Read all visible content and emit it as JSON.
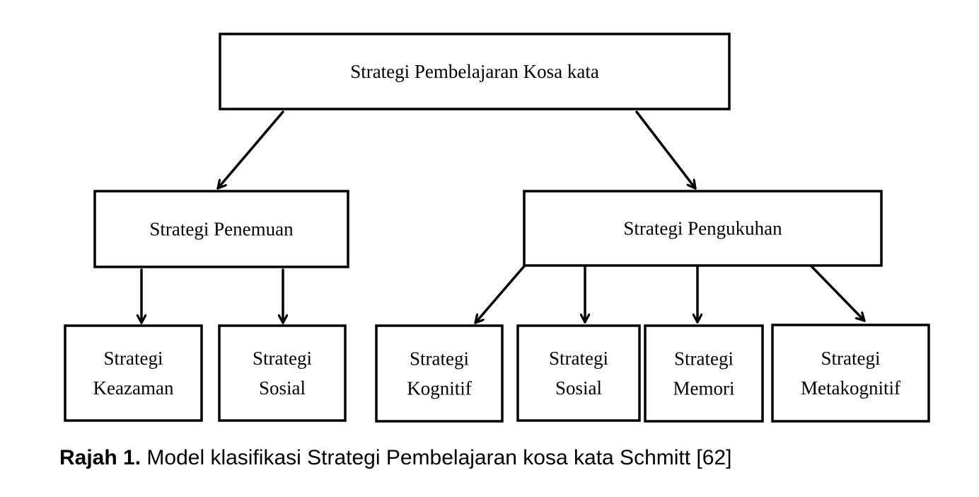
{
  "nodes": {
    "root": {
      "lines": [
        "Strategi Pembelajaran Kosa kata"
      ]
    },
    "penemuan": {
      "lines": [
        "Strategi Penemuan"
      ]
    },
    "pengukuhan": {
      "lines": [
        "Strategi Pengukuhan"
      ]
    },
    "keazaman": {
      "lines": [
        "Strategi",
        "Keazaman"
      ]
    },
    "sosial_a": {
      "lines": [
        "Strategi",
        "Sosial"
      ]
    },
    "kognitif": {
      "lines": [
        "Strategi",
        "Kognitif"
      ]
    },
    "sosial_b": {
      "lines": [
        "Strategi",
        "Sosial"
      ]
    },
    "memori": {
      "lines": [
        "Strategi",
        "Memori"
      ]
    },
    "metakognitif": {
      "lines": [
        "Strategi",
        "Metakognitif"
      ]
    }
  },
  "edges": [
    {
      "from": "root",
      "to": "penemuan"
    },
    {
      "from": "root",
      "to": "pengukuhan"
    },
    {
      "from": "penemuan",
      "to": "keazaman"
    },
    {
      "from": "penemuan",
      "to": "sosial_a"
    },
    {
      "from": "pengukuhan",
      "to": "kognitif"
    },
    {
      "from": "pengukuhan",
      "to": "sosial_b"
    },
    {
      "from": "pengukuhan",
      "to": "memori"
    },
    {
      "from": "pengukuhan",
      "to": "metakognitif"
    }
  ],
  "caption": {
    "label": "Rajah 1.",
    "text": " Model klasifikasi Strategi Pembelajaran kosa kata Schmitt [62]"
  }
}
